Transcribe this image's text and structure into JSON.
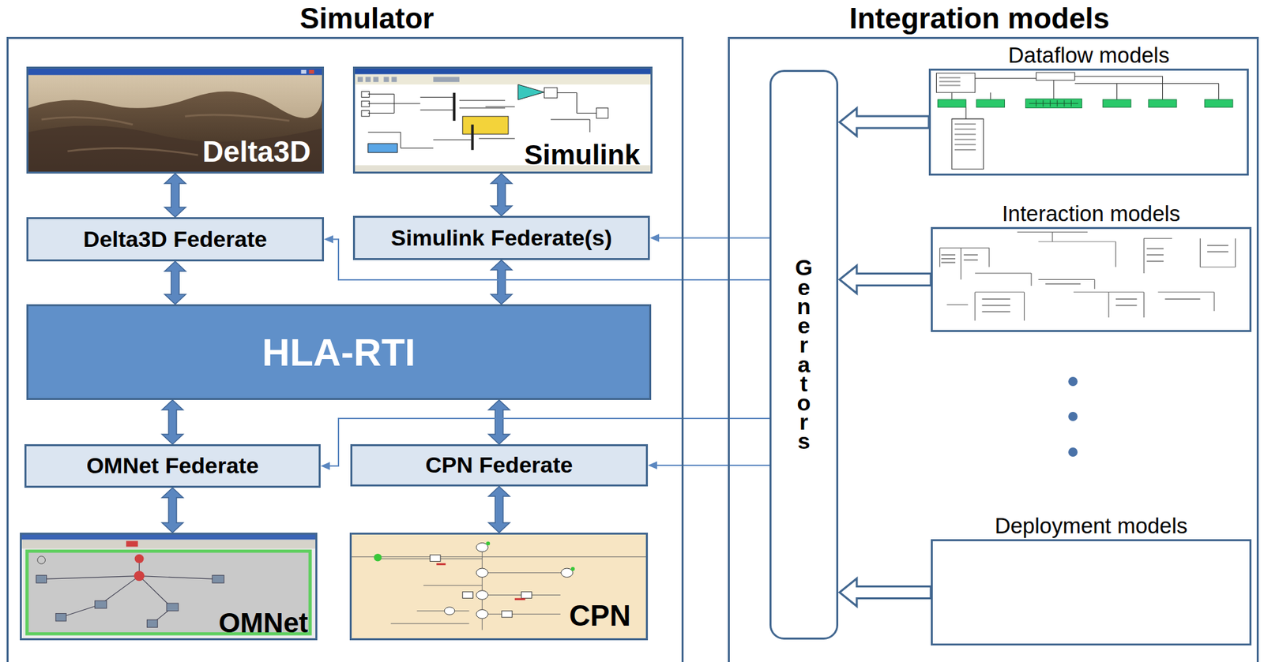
{
  "diagram": {
    "nodes": [
      {
        "text": [
          "Simulator"
        ]
      },
      {
        "text": [
          "Delta3D"
        ],
        "in": 0
      },
      {
        "text": [
          "Simulink"
        ],
        "in": 0
      },
      {
        "text": [
          "Delta3D Federate"
        ],
        "in": 0
      },
      {
        "text": [
          "Simulink Federate(s)"
        ],
        "in": 0
      },
      {
        "text": [
          "HLA-RTI"
        ],
        "in": 0
      },
      {
        "text": [
          "OMNet Federate"
        ],
        "in": 0
      },
      {
        "text": [
          "CPN Federate"
        ],
        "in": 0
      },
      {
        "text": [
          "OMNet"
        ],
        "in": 0
      },
      {
        "text": [
          "CPN"
        ],
        "in": 0
      },
      {
        "text": [
          "Integration models"
        ]
      },
      {
        "text": [
          "Generators"
        ],
        "in": 10
      },
      {
        "text": [
          "Dataflow models"
        ],
        "in": 10
      },
      {
        "text": [
          "Interaction models"
        ],
        "in": 10
      },
      {
        "text": [
          "Deployment models"
        ],
        "in": 10
      }
    ],
    "edges": [
      {
        "from": 1,
        "to": 3,
        "arrow": "both"
      },
      {
        "from": 2,
        "to": 4,
        "arrow": "both"
      },
      {
        "from": 3,
        "to": 5,
        "arrow": "both"
      },
      {
        "from": 4,
        "to": 5,
        "arrow": "both"
      },
      {
        "from": 5,
        "to": 6,
        "arrow": "both"
      },
      {
        "from": 5,
        "to": 7,
        "arrow": "both"
      },
      {
        "from": 6,
        "to": 8,
        "arrow": "both"
      },
      {
        "from": 7,
        "to": 9,
        "arrow": "both"
      },
      {
        "from": 11,
        "to": 4,
        "arrow": "to"
      },
      {
        "from": 11,
        "to": 3,
        "arrow": "to"
      },
      {
        "from": 11,
        "to": 6,
        "arrow": "to"
      },
      {
        "from": 11,
        "to": 7,
        "arrow": "to"
      },
      {
        "from": 12,
        "to": 11,
        "arrow": "to"
      },
      {
        "from": 13,
        "to": 11,
        "arrow": "to"
      },
      {
        "from": 14,
        "to": 11,
        "arrow": "to"
      }
    ]
  }
}
